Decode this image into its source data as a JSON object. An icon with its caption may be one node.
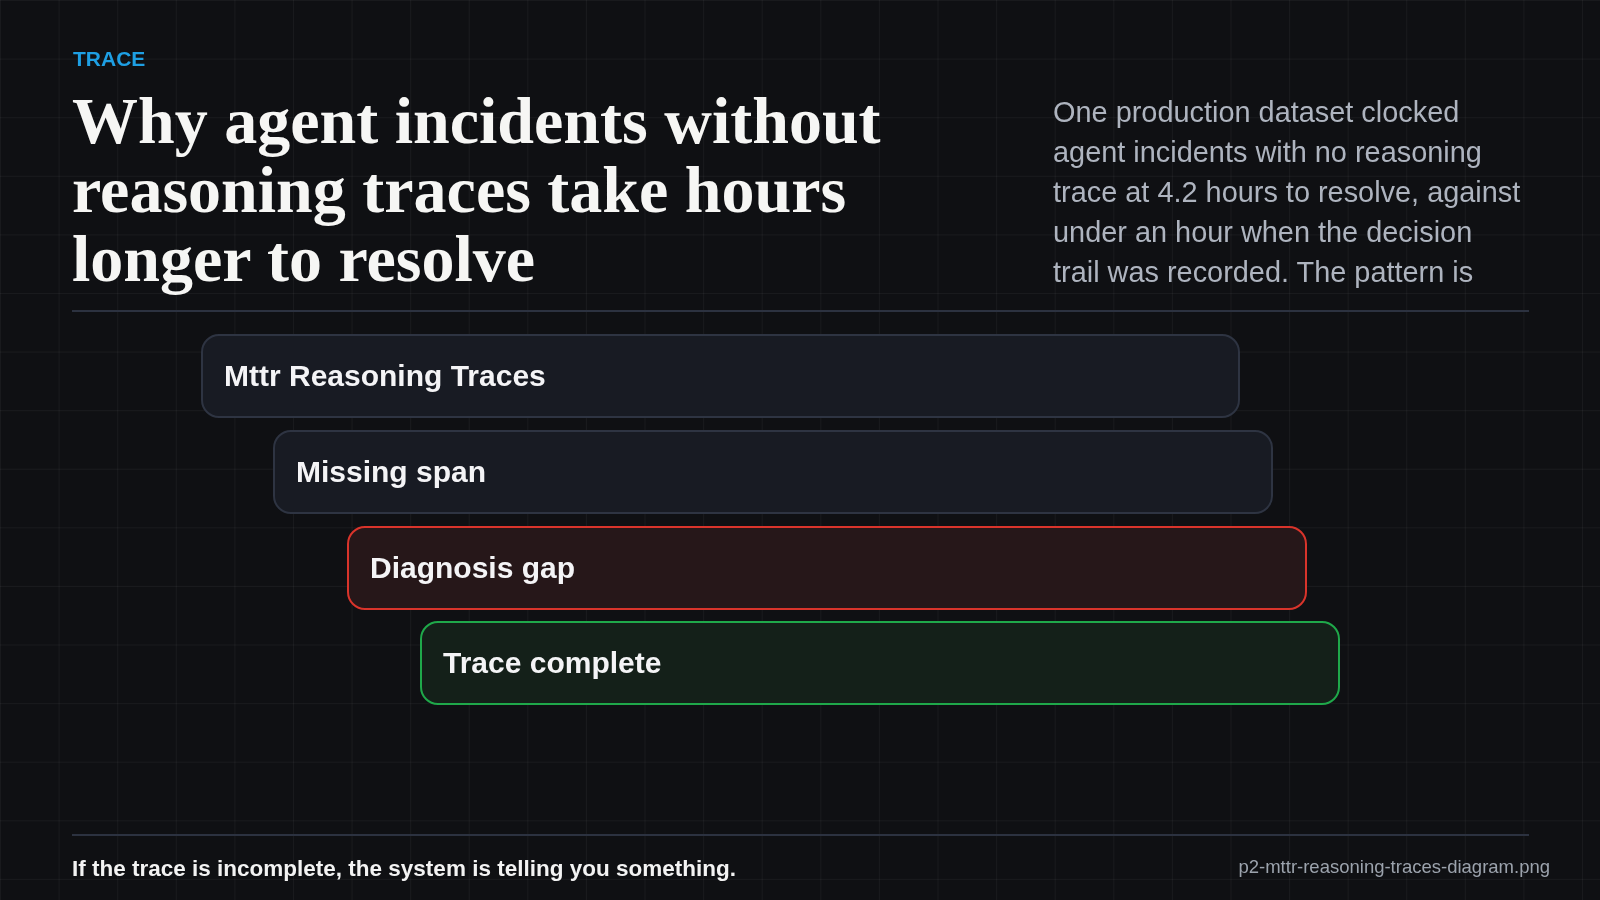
{
  "diagram": {
    "title": "Why agent incidents without reasoning traces take hours longer to resolve",
    "caption": "If the trace is incomplete, the system is telling you something.",
    "nodes": [
      {
        "text": [
          "Mttr Reasoning Traces"
        ]
      },
      {
        "text": [
          "Missing span"
        ]
      },
      {
        "text": [
          "Diagnosis gap"
        ]
      },
      {
        "text": [
          "Trace complete"
        ]
      }
    ],
    "labels": [
      "TRACE",
      "One production dataset clocked agent incidents with no reasoning trace at 4.2 hours to resolve, against under an hour when the decision trail was recorded. The pattern is",
      "p2-mttr-reasoning-traces-diagram.png"
    ]
  }
}
